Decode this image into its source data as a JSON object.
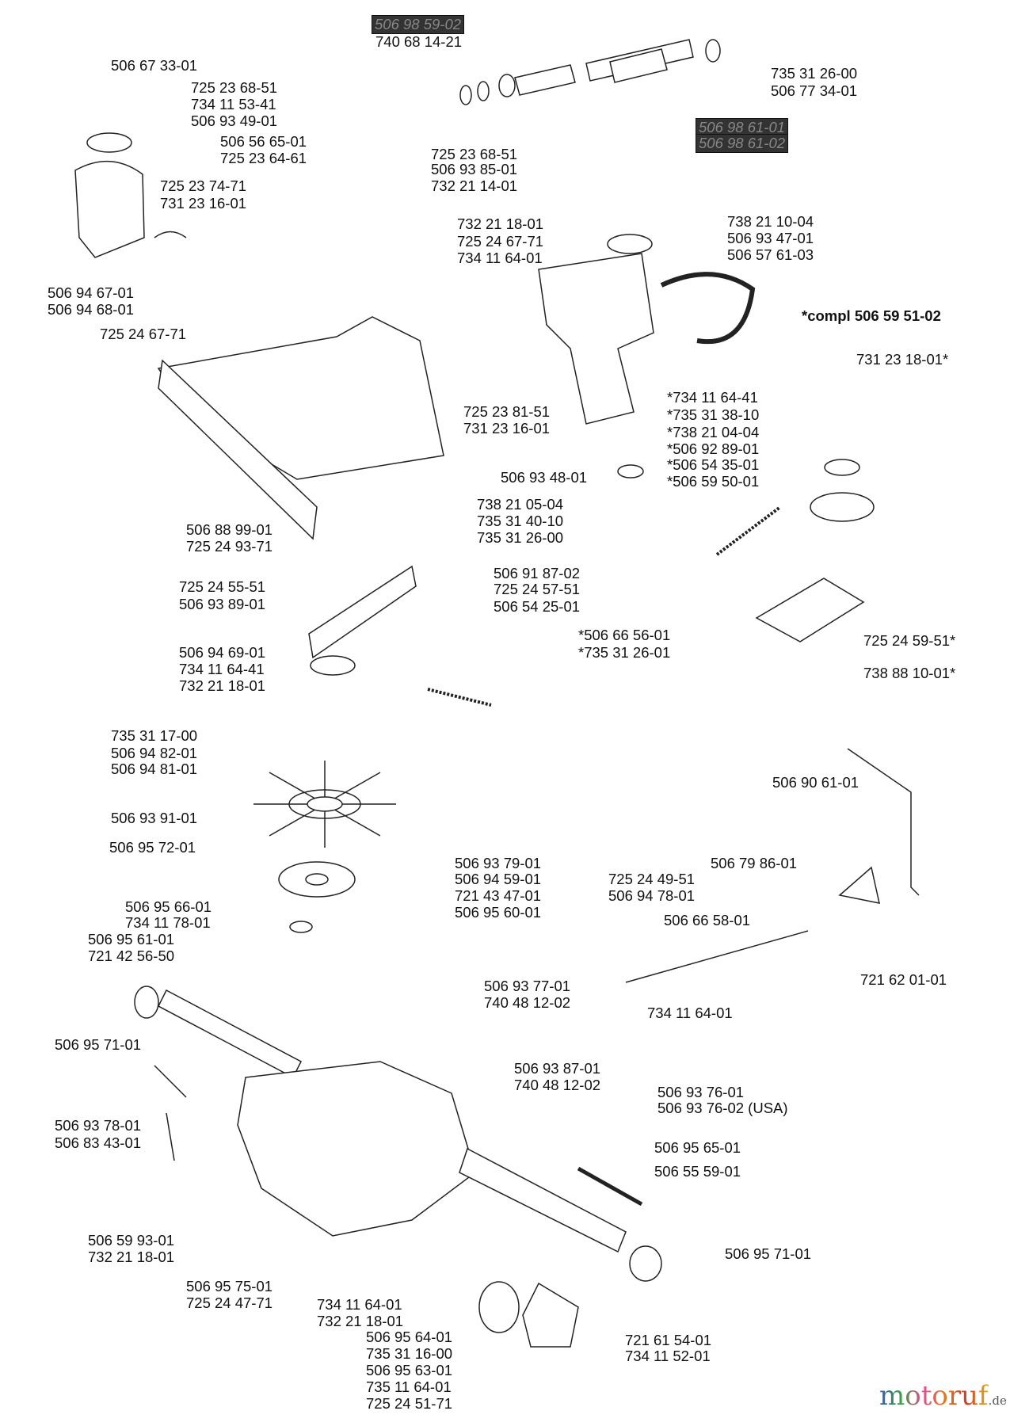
{
  "compl_note": "*compl 506 59 51-02",
  "labels": [
    "506 98 59-02",
    "740 68 14-21",
    "735 31 26-00",
    "506 77 34-01",
    "506 98 61-01",
    "506 98 61-02",
    "506 67 33-01",
    "725 23 68-51",
    "734 11 53-41",
    "506 93 49-01",
    "506 56 65-01",
    "725 23 64-61",
    "725 23 68-51",
    "506 93 85-01",
    "732 21 14-01",
    "725 23 74-71",
    "731 23 16-01",
    "732 21 18-01",
    "725 24 67-71",
    "734 11 64-01",
    "506 94 67-01",
    "506 94 68-01",
    "725 24 67-71",
    "738 21 10-04",
    "506 93 47-01",
    "506 57 61-03",
    "731 23 18-01*",
    "*734 11 64-41",
    "*735 31 38-10",
    "*738 21 04-04",
    "*506 92 89-01",
    "*506 54 35-01",
    "*506 59 50-01",
    "725 23 81-51",
    "731 23 16-01",
    "506 93 48-01",
    "738 21 05-04",
    "735 31 40-10",
    "735 31 26-00",
    "506 88 99-01",
    "725 24 93-71",
    "725 24 55-51",
    "506 93 89-01",
    "506 91 87-02",
    "725 24 57-51",
    "506 54 25-01",
    "506 94 69-01",
    "734 11 64-41",
    "732 21 18-01",
    "*506 66 56-01",
    "*735 31 26-01",
    "725 24 59-51*",
    "738 88 10-01*",
    "735 31 17-00",
    "506 94 82-01",
    "506 94 81-01",
    "506 93 91-01",
    "506 95 72-01",
    "506 90 61-01",
    "506 93 79-01",
    "506 94 59-01",
    "721 43 47-01",
    "506 95 60-01",
    "725 24 49-51",
    "506 94 78-01",
    "506 79 86-01",
    "506 66 58-01",
    "721 62 01-01",
    "734 11 64-01",
    "506 95 66-01",
    "734 11 78-01",
    "506 95 61-01",
    "721 42 56-50",
    "506 93 77-01",
    "740 48 12-02",
    "506 95 71-01",
    "506 93 87-01",
    "740 48 12-02",
    "506 93 76-01",
    "506 93 76-02 (USA)",
    "506 93 78-01",
    "506 83 43-01",
    "506 95 65-01",
    "506 55 59-01",
    "506 95 71-01",
    "506 59 93-01",
    "732 21 18-01",
    "506 95 75-01",
    "725 24 47-71",
    "734 11 64-01",
    "732 21 18-01",
    "506 95 64-01",
    "735 31 16-00",
    "506 95 63-01",
    "735 11 64-01",
    "725 24 51-71",
    "721 61 54-01",
    "734 11 52-01"
  ],
  "watermark": {
    "main": "motoruf",
    "suffix": ".de"
  }
}
